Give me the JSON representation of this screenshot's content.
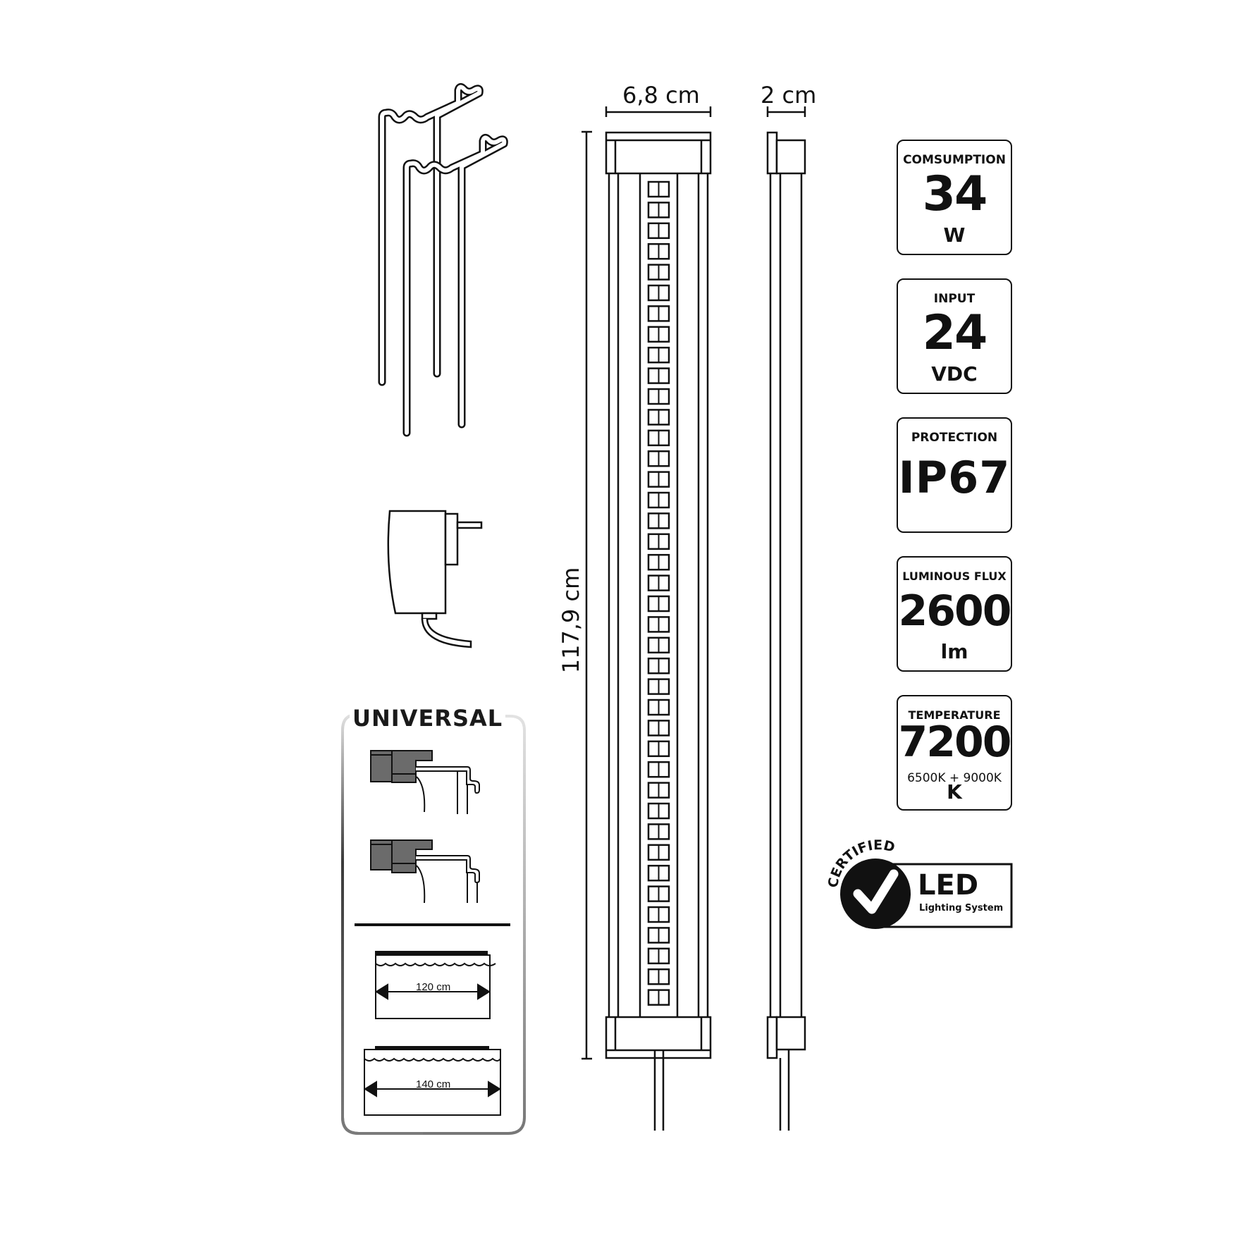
{
  "dimensions": {
    "width_label": "6,8 cm",
    "depth_label": "2 cm",
    "length_label": "117,9 cm"
  },
  "specs": [
    {
      "label": "COMSUMPTION",
      "value": "34",
      "unit": "W",
      "sub": ""
    },
    {
      "label": "INPUT",
      "value": "24",
      "unit": "VDC",
      "sub": ""
    },
    {
      "label": "PROTECTION",
      "value": "IP67",
      "unit": "",
      "sub": ""
    },
    {
      "label": "LUMINOUS FLUX",
      "value": "2600",
      "unit": "lm",
      "sub": ""
    },
    {
      "label": "TEMPERATURE",
      "value": "7200",
      "unit": "K",
      "sub": "6500K + 9000K"
    }
  ],
  "certification": {
    "arc_text": "CERTIFIED",
    "title": "LED",
    "subtitle": "Lighting System",
    "icon": "checkmark-icon"
  },
  "universal": {
    "title": "UNIVERSAL",
    "tanks": [
      {
        "label": "120 cm"
      },
      {
        "label": "140 cm"
      }
    ]
  },
  "components": {
    "icons": [
      "bracket-clips-icon",
      "power-adapter-icon",
      "led-bar-front-view",
      "led-bar-side-view"
    ]
  },
  "led_bar": {
    "led_count": 40
  },
  "colors": {
    "line": "#111111",
    "mount_fill": "#6b6b6b",
    "panel_border_light": "#d0d0d0",
    "panel_border_dark": "#6f6f6f"
  }
}
